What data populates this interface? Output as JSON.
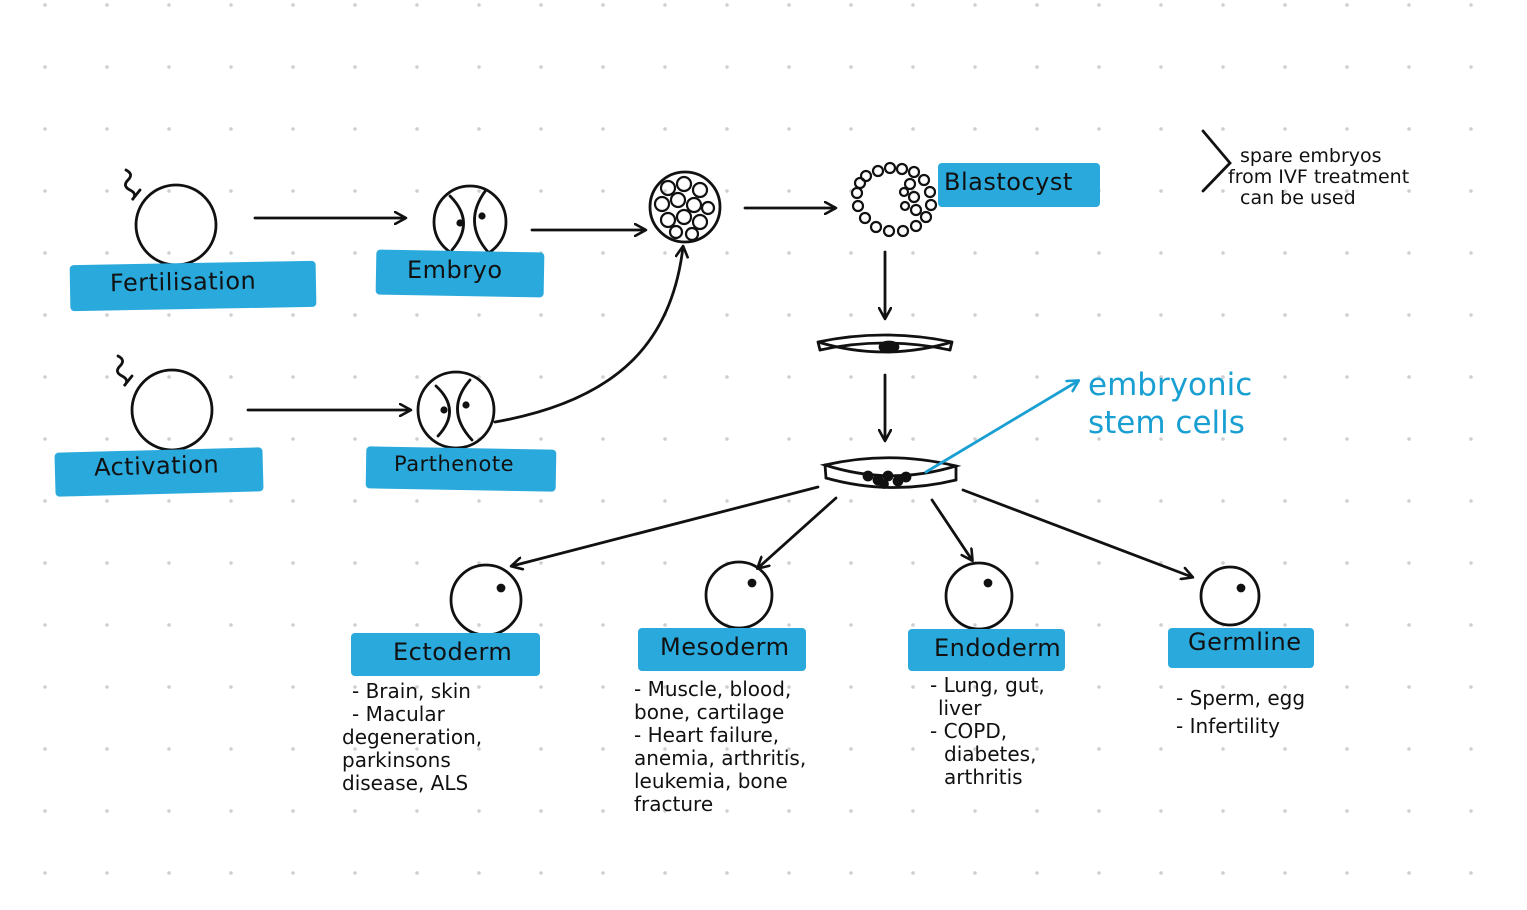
{
  "colors": {
    "ink": "#111111",
    "highlight": "#2aa9dc",
    "accent_text": "#1a9fd3",
    "grid_dot": "#cfcfcf"
  },
  "labels": {
    "fertilisation": "Fertilisation",
    "embryo": "Embryo",
    "activation": "Activation",
    "parthenote": "Parthenote",
    "blastocyst": "Blastocyst",
    "ectoderm": "Ectoderm",
    "mesoderm": "Mesoderm",
    "endoderm": "Endoderm",
    "germline": "Germline"
  },
  "side_note": [
    "spare embryos",
    "from IVF treatment",
    "can be used"
  ],
  "stem_cell_note": [
    "embryonic",
    "stem cells"
  ],
  "ectoderm_notes": [
    "- Brain, skin",
    "- Macular",
    "degeneration,",
    "parkinsons",
    "disease, ALS"
  ],
  "mesoderm_notes": [
    "- Muscle, blood,",
    "bone, cartilage",
    "- Heart failure,",
    "anemia, arthritis,",
    "leukemia, bone",
    "fracture"
  ],
  "endoderm_notes": [
    "- Lung, gut,",
    "liver",
    "- COPD,",
    "diabetes,",
    "arthritis"
  ],
  "germline_notes": [
    "- Sperm, egg",
    "- Infertility"
  ]
}
